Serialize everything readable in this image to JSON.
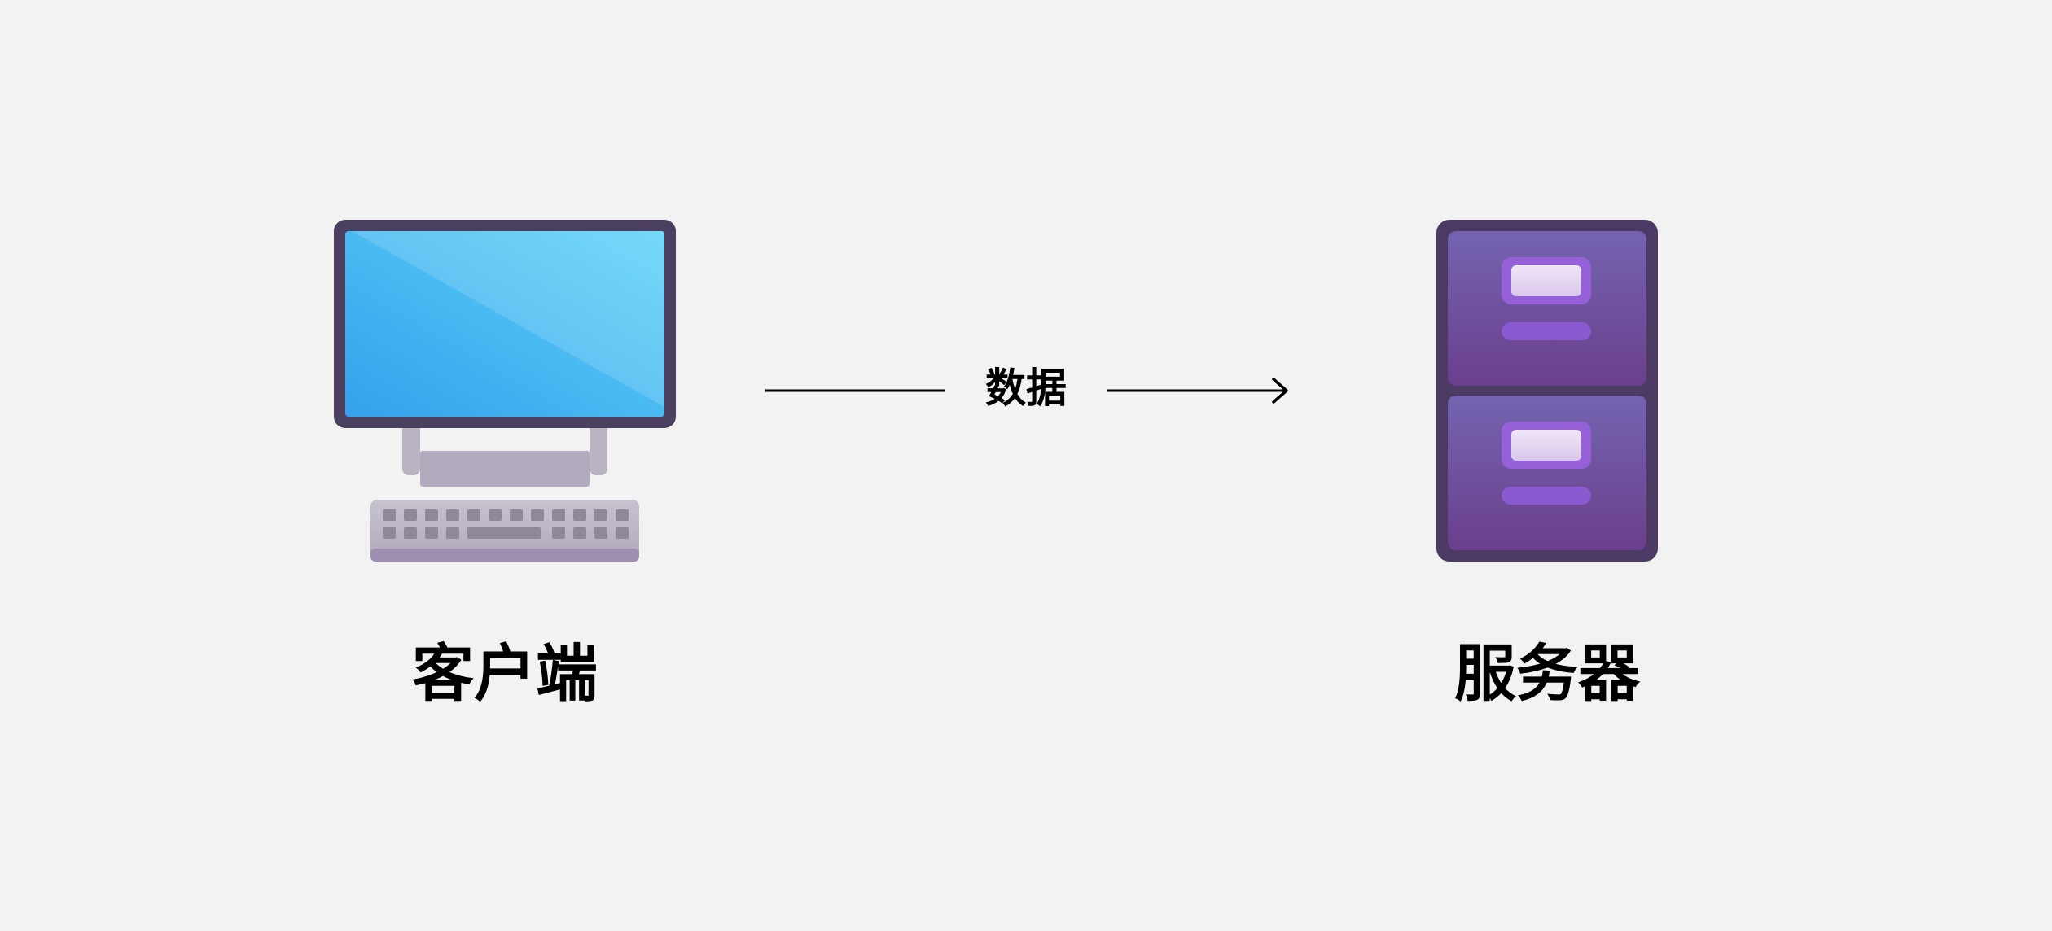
{
  "nodes": {
    "client": {
      "label": "客户端",
      "icon": "desktop-computer-icon"
    },
    "server": {
      "label": "服务器",
      "icon": "filing-cabinet-icon"
    }
  },
  "edge": {
    "label": "数据",
    "from": "client",
    "to": "server"
  },
  "colors": {
    "background": "#f2f2f2",
    "text": "#000000",
    "screen": "#3fa9f0",
    "cabinet": "#6a4f9c"
  }
}
